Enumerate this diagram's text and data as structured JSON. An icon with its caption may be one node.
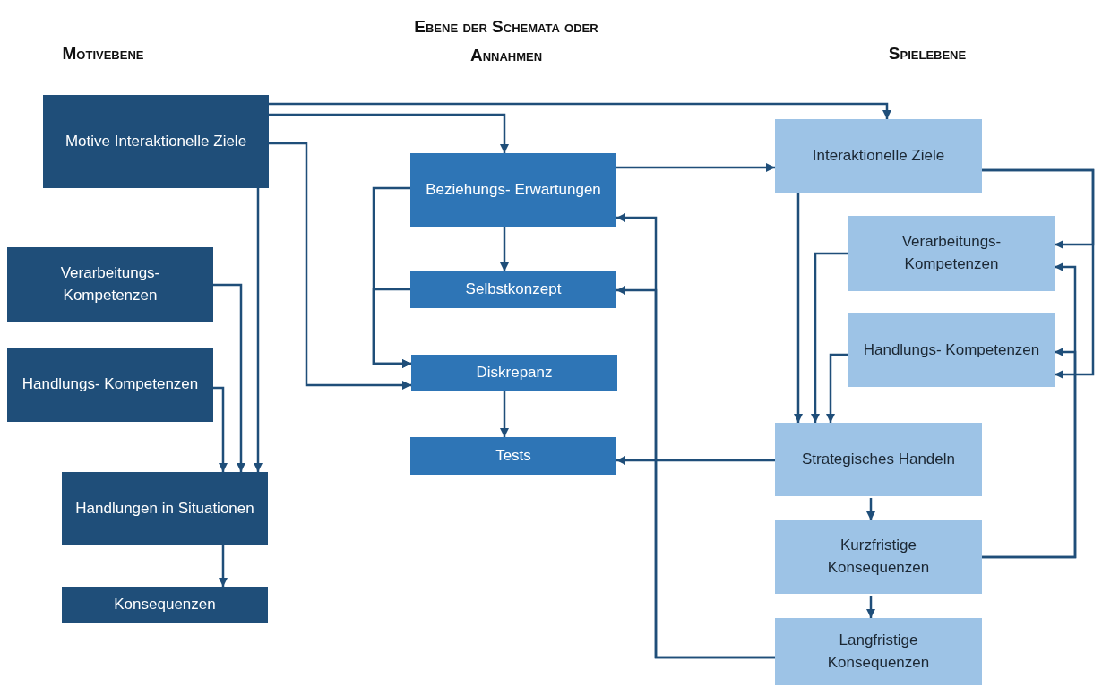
{
  "diagram": {
    "nodes": [
      {
        "text": [
          "Motive Interaktionelle Ziele"
        ]
      },
      {
        "text": [
          "Verarbeitungs- Kompetenzen"
        ]
      },
      {
        "text": [
          "Handlungs- Kompetenzen"
        ]
      },
      {
        "text": [
          "Handlungen in Situationen"
        ]
      },
      {
        "text": [
          "Konsequenzen"
        ]
      },
      {
        "text": [
          "Beziehungs- Erwartungen"
        ]
      },
      {
        "text": [
          "Selbstkonzept"
        ]
      },
      {
        "text": [
          "Diskrepanz"
        ]
      },
      {
        "text": [
          "Tests"
        ]
      },
      {
        "text": [
          "Interaktionelle Ziele"
        ]
      },
      {
        "text": [
          "Verarbeitungs- Kompetenzen"
        ]
      },
      {
        "text": [
          "Handlungs- Kompetenzen"
        ]
      },
      {
        "text": [
          "Strategisches Handeln"
        ]
      },
      {
        "text": [
          "Kurzfristige Konsequenzen"
        ]
      },
      {
        "text": [
          "Langfristige Konsequenzen"
        ]
      }
    ],
    "edges": [
      {
        "from": 0,
        "to": 9,
        "arrow": "to"
      },
      {
        "from": 0,
        "to": 5,
        "arrow": "to"
      },
      {
        "from": 0,
        "to": 7,
        "arrow": "to"
      },
      {
        "from": 0,
        "to": 3,
        "arrow": "to"
      },
      {
        "from": 1,
        "to": 3,
        "arrow": "to"
      },
      {
        "from": 2,
        "to": 3,
        "arrow": "to"
      },
      {
        "from": 3,
        "to": 4,
        "arrow": "to"
      },
      {
        "from": 5,
        "to": 9,
        "arrow": "to"
      },
      {
        "from": 5,
        "to": 6,
        "arrow": "to"
      },
      {
        "from": 5,
        "to": 7,
        "arrow": "to"
      },
      {
        "from": 6,
        "to": 7,
        "arrow": "to"
      },
      {
        "from": 7,
        "to": 8,
        "arrow": "to"
      },
      {
        "from": 9,
        "to": 12,
        "arrow": "to"
      },
      {
        "from": 9,
        "to": 10,
        "arrow": "to"
      },
      {
        "from": 9,
        "to": 11,
        "arrow": "to"
      },
      {
        "from": 10,
        "to": 12,
        "arrow": "to"
      },
      {
        "from": 11,
        "to": 12,
        "arrow": "to"
      },
      {
        "from": 12,
        "to": 8,
        "arrow": "to"
      },
      {
        "from": 12,
        "to": 13,
        "arrow": "to"
      },
      {
        "from": 13,
        "to": 10,
        "arrow": "to"
      },
      {
        "from": 13,
        "to": 11,
        "arrow": "to"
      },
      {
        "from": 13,
        "to": 14,
        "arrow": "to"
      },
      {
        "from": 14,
        "to": 6,
        "arrow": "to"
      },
      {
        "from": 14,
        "to": 5,
        "arrow": "to"
      }
    ],
    "labels": [
      "Ebene der Schemata oder Annahmen",
      "Motivebene",
      "Spielebene"
    ]
  }
}
